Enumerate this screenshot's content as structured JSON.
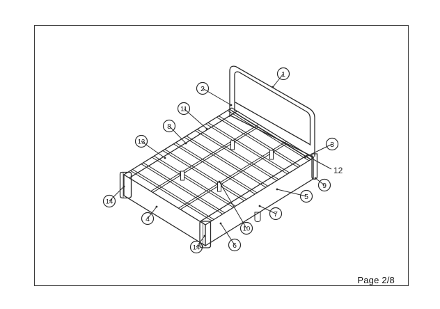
{
  "page": {
    "number_label": "Page 2/8"
  },
  "figure": {
    "name": "bed-frame-isometric-assembly-diagram",
    "line_color": "#2a2a2a",
    "border_color": "#3c3c3c",
    "background": "#ffffff"
  },
  "callouts": {
    "c1": "1",
    "c2": "2",
    "c3": "3",
    "c4": "4",
    "c5": "5",
    "c6": "6",
    "c7": "7",
    "c8": "8",
    "c9": "9",
    "c10": "10",
    "c11": "11",
    "c12": "12",
    "c13": "13",
    "c14a": "14",
    "c14b": "14"
  }
}
